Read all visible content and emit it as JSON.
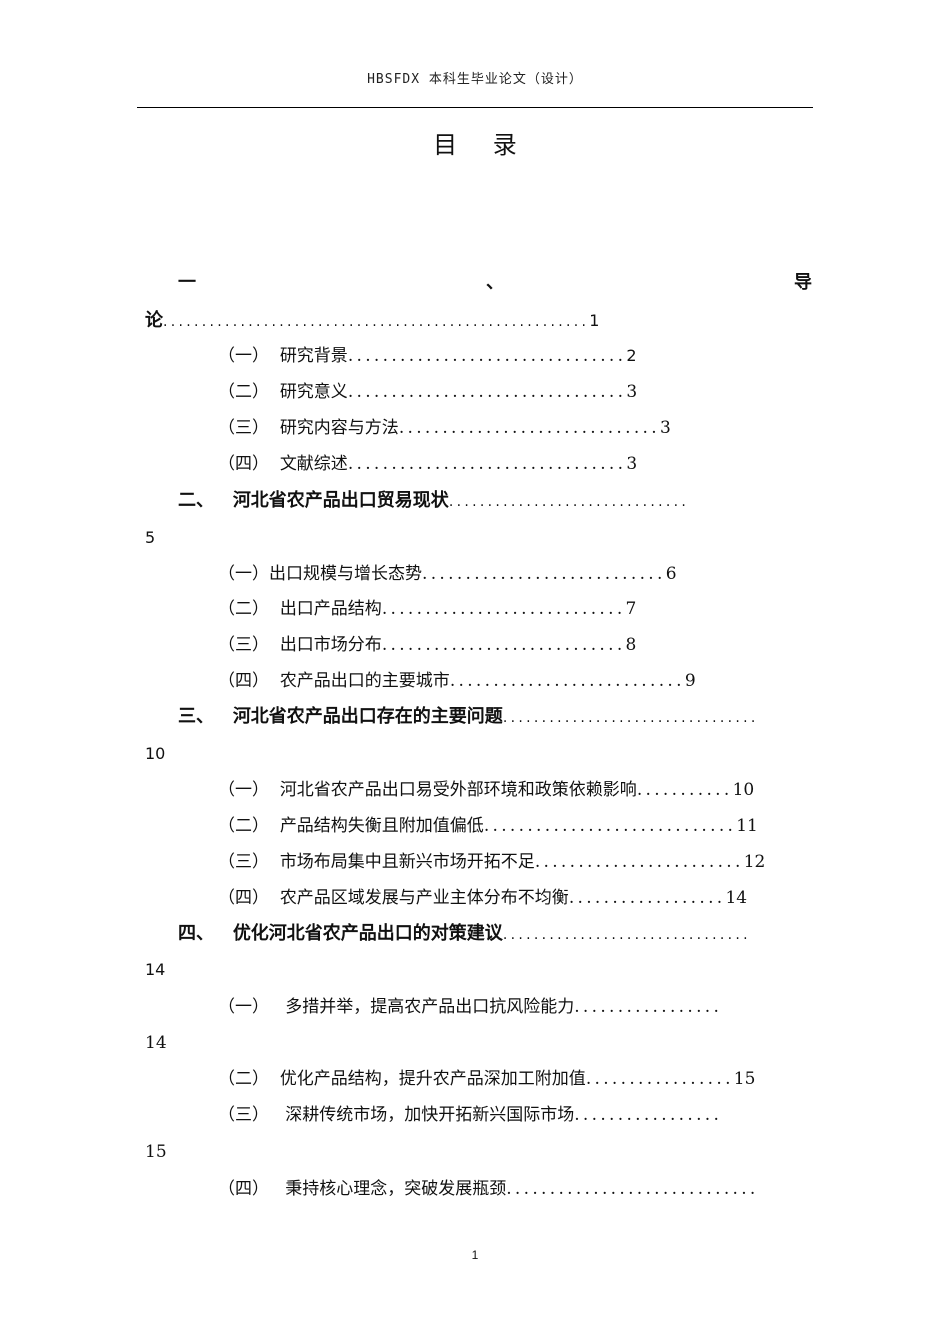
{
  "header": {
    "text": "HBSFDX 本科生毕业论文（设计）"
  },
  "title": "目 录",
  "toc": {
    "s1": {
      "part1": "一",
      "part2": "、",
      "part3": "导",
      "cont": "论",
      "dots": ".......................................................",
      "page": "1"
    },
    "s1_1": {
      "num": "（一）",
      "label": "研究背景",
      "dots": "................................",
      "page": "2"
    },
    "s1_2": {
      "num": "（二）",
      "label": "研究意义",
      "dots": "................................",
      "page": "3"
    },
    "s1_3": {
      "num": "（三）",
      "label": "研究内容与方法",
      "dots": "..............................",
      "page": "3"
    },
    "s1_4": {
      "num": "（四）",
      "label": "文献综述",
      "dots": "................................",
      "page": "3"
    },
    "s2": {
      "num": "二、",
      "label": "河北省农产品出口贸易现状",
      "dots": "...............................",
      "page": "5"
    },
    "s2_1": {
      "num": "（一）",
      "label": "出口规模与增长态势",
      "dots": "............................",
      "page": "6"
    },
    "s2_2": {
      "num": "（二）",
      "label": "出口产品结构",
      "dots": "............................",
      "page": "7"
    },
    "s2_3": {
      "num": "（三）",
      "label": "出口市场分布",
      "dots": "............................",
      "page": "8"
    },
    "s2_4": {
      "num": "（四）",
      "label": "农产品出口的主要城市",
      "dots": "...........................",
      "page": "9"
    },
    "s3": {
      "num": "三、",
      "label": "河北省农产品出口存在的主要问题",
      "dots": ".................................",
      "page": "10"
    },
    "s3_1": {
      "num": "（一）",
      "label": "河北省农产品出口易受外部环境和政策依赖影响",
      "dots": "...........",
      "page": "10"
    },
    "s3_2": {
      "num": "（二）",
      "label": "产品结构失衡且附加值偏低",
      "dots": ".............................",
      "page": "11"
    },
    "s3_3": {
      "num": "（三）",
      "label": "市场布局集中且新兴市场开拓不足",
      "dots": "........................",
      "page": "12"
    },
    "s3_4": {
      "num": "（四）",
      "label": "农产品区域发展与产业主体分布不均衡",
      "dots": "..................",
      "page": "14"
    },
    "s4": {
      "num": "四、",
      "label": "优化河北省农产品出口的对策建议",
      "dots": "................................",
      "page": "14"
    },
    "s4_1": {
      "num": "（一）",
      "label": "多措并举，提高农产品出口抗风险能力",
      "dots": ".................",
      "page": "14"
    },
    "s4_2": {
      "num": "（二）",
      "label": "优化产品结构，提升农产品深加工附加值",
      "dots": ".................",
      "page": "15"
    },
    "s4_3": {
      "num": "（三）",
      "label": "深耕传统市场，加快开拓新兴国际市场",
      "dots": ".................",
      "page": "15"
    },
    "s4_4": {
      "num": "（四）",
      "label": "秉持核心理念，突破发展瓶颈",
      "dots": "............................."
    }
  },
  "footer": {
    "page": "1"
  }
}
